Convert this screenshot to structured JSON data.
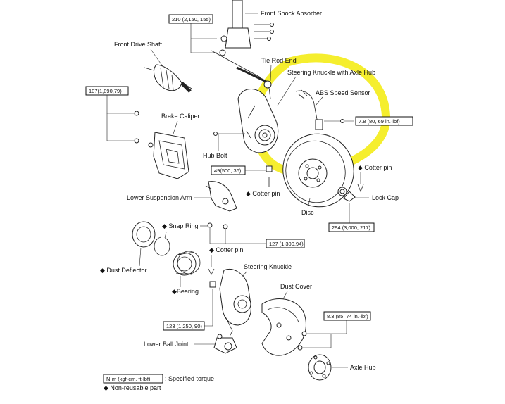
{
  "labels": {
    "front_shock_absorber": "Front Shock Absorber",
    "front_drive_shaft": "Front Drive Shaft",
    "tie_rod_end": "Tie Rod End",
    "steering_knuckle_with_axle_hub": "Steering Knuckle with Axle Hub",
    "abs_speed_sensor": "ABS Speed Sensor",
    "brake_caliper": "Brake Caliper",
    "hub_bolt": "Hub Bolt",
    "cotter_pin_top": "Cotter pin",
    "cotter_pin_mid": "Cotter pin",
    "cotter_pin_right": "Cotter pin",
    "lower_suspension_arm": "Lower Suspension Arm",
    "disc": "Disc",
    "lock_cap": "Lock Cap",
    "snap_ring": "Snap Ring",
    "dust_deflector": "Dust Deflector",
    "bearing": "Bearing",
    "steering_knuckle": "Steering Knuckle",
    "dust_cover": "Dust Cover",
    "lower_ball_joint": "Lower Ball Joint",
    "axle_hub": "Axle Hub"
  },
  "torques": {
    "t210": "210 (2,150, 155)",
    "t107": "107(1,090,79)",
    "t7_8": "7.8 (80, 69 in.·lbf)",
    "t49": "49(500, 36)",
    "t294": "294 (3,000, 217)",
    "t127": "127 (1,300,94)",
    "t123": "123 (1,250, 90)",
    "t8_3": "8.3 (85, 74 in.·lbf)"
  },
  "legend": {
    "unit_box": "N·m (kgf·cm, ft·lbf)",
    "unit_text": ": Specified torque",
    "non_reusable": "Non-reusable part"
  },
  "colors": {
    "highlight": "#F5EE2E",
    "ink": "#111111"
  }
}
